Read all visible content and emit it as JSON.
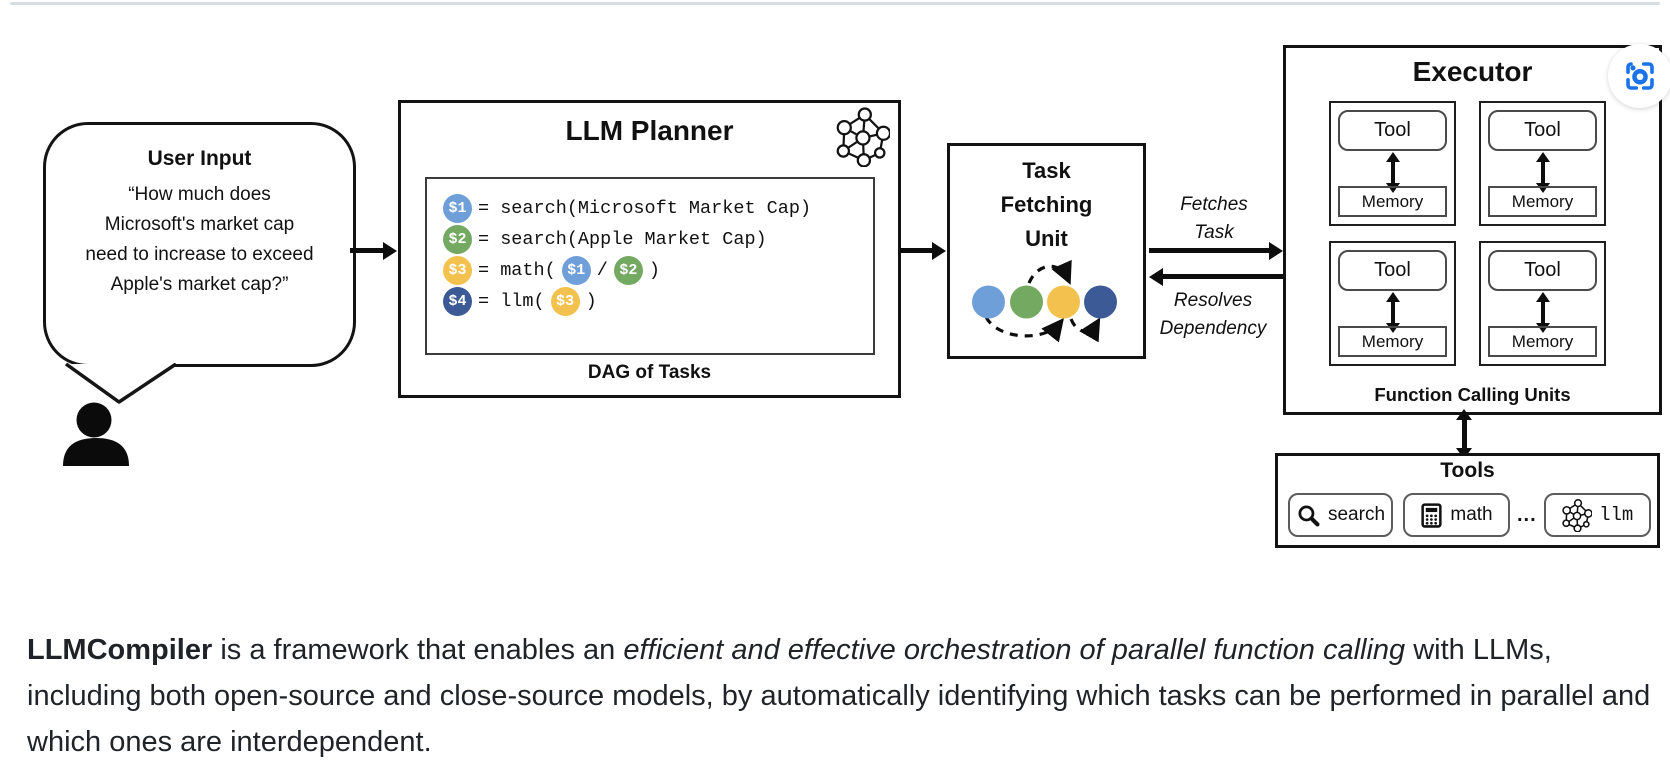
{
  "user_input": {
    "title": "User Input",
    "line1": "“How much does",
    "line2": "Microsoft's market cap",
    "line3": "need to increase to exceed",
    "line4": "Apple's market cap?”"
  },
  "planner": {
    "title": "LLM Planner",
    "caption": "DAG of Tasks",
    "tasks": {
      "t1": {
        "var": "$1",
        "rest": "= search(Microsoft Market Cap)"
      },
      "t2": {
        "var": "$2",
        "rest": "= search(Apple Market Cap)"
      },
      "t3": {
        "var": "$3",
        "pre": "= math(",
        "arg1": "$1",
        "sep": "/",
        "arg2": "$2",
        "close": ")"
      },
      "t4": {
        "var": "$4",
        "pre": "= llm(",
        "arg1": "$3",
        "close": ")"
      }
    }
  },
  "task_colors": {
    "task1": "#6f9fd8",
    "task2": "#74a961",
    "task3": "#f2c14e",
    "task4": "#3c5a96"
  },
  "tfu": {
    "title_line1": "Task",
    "title_line2": "Fetching",
    "title_line3": "Unit"
  },
  "flow_labels": {
    "fetches_line1": "Fetches",
    "fetches_line2": "Task",
    "resolves_line1": "Resolves",
    "resolves_line2": "Dependency"
  },
  "executor": {
    "title": "Executor",
    "caption": "Function Calling Units",
    "unit": {
      "tool": "Tool",
      "memory": "Memory"
    }
  },
  "tools": {
    "title": "Tools",
    "search_label": "search",
    "math_label": "math",
    "ellipsis": "...",
    "llm_label": "llm"
  },
  "lens_button_color": "#1a73e8",
  "description": {
    "bold": "LLMCompiler",
    "normal1": " is a framework that enables an ",
    "italic": "efficient and effective orchestration of parallel function calling",
    "normal2": " with LLMs, including both open-source and close-source models, by automatically identifying which tasks can be performed in parallel and which ones are interdependent."
  }
}
